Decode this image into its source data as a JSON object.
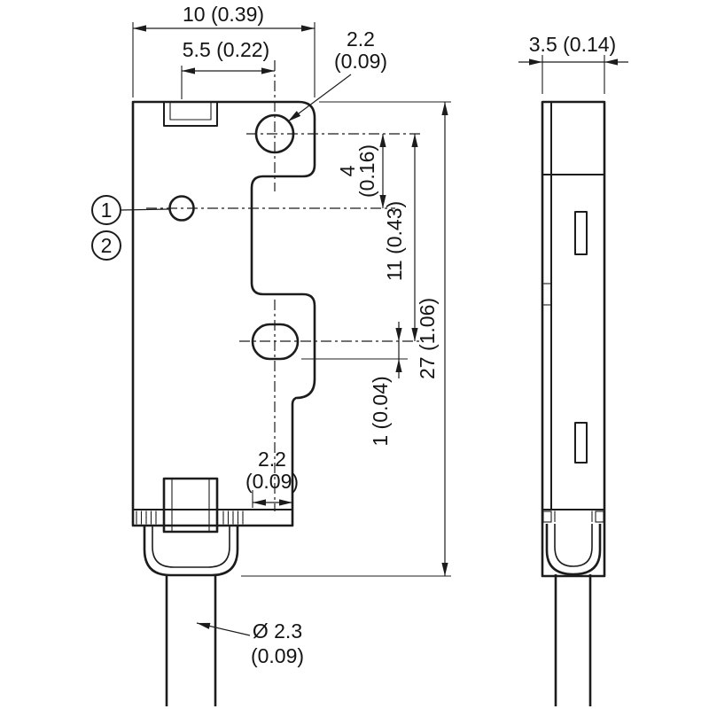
{
  "colors": {
    "line": "#1c1c1c",
    "background": "#ffffff"
  },
  "front_view": {
    "dim_width": "10 (0.39)",
    "dim_hole_x": "5.5 (0.22)",
    "dim_hole_edge_mm": "2.2",
    "dim_hole_edge_in": "(0.09)",
    "dim_hole_to_led_mm": "4",
    "dim_hole_to_led_in": "(0.16)",
    "dim_hole_to_slot": "11 (0.43)",
    "dim_height": "27 (1.06)",
    "dim_slot_tangent": "1 (0.04)",
    "dim_slot_edge_mm": "2.2",
    "dim_slot_edge_in": "(0.09)",
    "dim_cable_mm": "Ø 2.3",
    "dim_cable_in": "(0.09)"
  },
  "side_view": {
    "dim_depth": "3.5 (0.14)"
  },
  "callouts": {
    "marker_1": "1",
    "marker_2": "2"
  }
}
